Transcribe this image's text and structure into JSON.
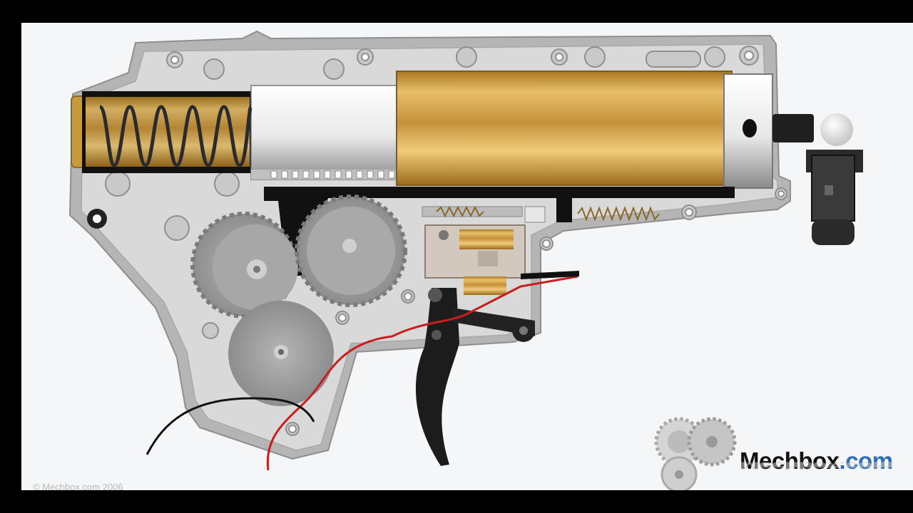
{
  "brand": {
    "name": "Mechbox",
    "tld": ".com"
  },
  "copyright": "© Mechbox.com 2006",
  "colors": {
    "background": "#f5f6f7",
    "frame": "#000000",
    "cylinder_brass": "#d4a24a",
    "housing_gray": "#c8c8c8",
    "wire_red": "#c81e1e",
    "brand_accent": "#2f6fb7"
  }
}
